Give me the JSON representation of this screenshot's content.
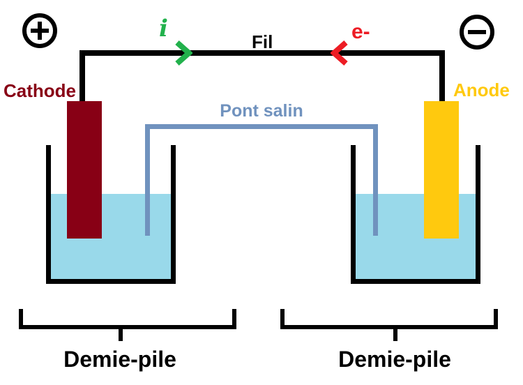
{
  "labels": {
    "current": "i",
    "wire": "Fil",
    "electrons": "e-",
    "cathode": "Cathode",
    "anode": "Anode",
    "salt_bridge": "Pont salin",
    "half_cell_left": "Demie-pile",
    "half_cell_right": "Demie-pile"
  },
  "icons": {
    "positive_terminal": "plus-in-circle",
    "negative_terminal": "minus-in-circle",
    "current_arrow": "chevron-right",
    "electron_arrow": "chevron-left"
  },
  "colors": {
    "wire": "#000000",
    "cathode": "#880015",
    "anode": "#FFC90E",
    "solution": "#99D9EA",
    "salt_bridge": "#7092BE",
    "current": "#22B14C",
    "electrons": "#ED1C24",
    "text": "#000000"
  }
}
